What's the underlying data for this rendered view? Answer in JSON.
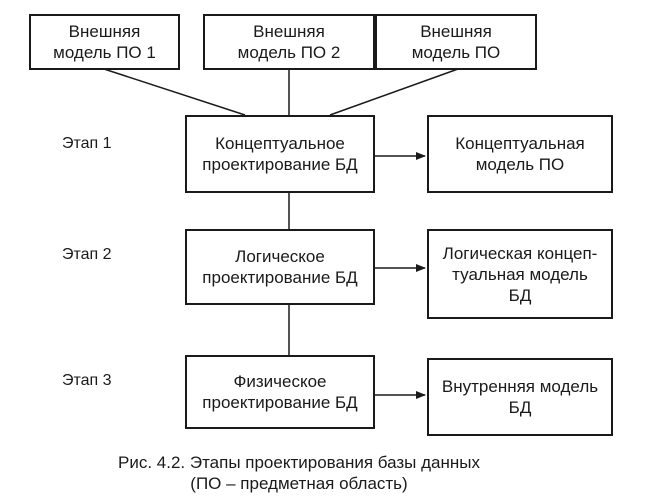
{
  "external_models": [
    {
      "text": "Внешняя\nмодель ПО 1"
    },
    {
      "text": "Внешняя\nмодель ПО 2"
    },
    {
      "text": "Внешняя\nмодель ПО"
    }
  ],
  "stages": [
    {
      "label": "Этап 1",
      "process": "Концептуальное\nпроектирование БД",
      "result": "Концептуальная\nмодель  ПО"
    },
    {
      "label": "Этап 2",
      "process": "Логическое\nпроектирование БД",
      "result": "Логическая концеп-\nтуальная модель\nБД"
    },
    {
      "label": "Этап 3",
      "process": "Физическое\nпроектирование БД",
      "result": "Внутренняя модель\nБД"
    }
  ],
  "caption": {
    "line1": "Рис. 4.2. Этапы проектирования базы данных",
    "line2": "(ПО – предметная область)"
  }
}
